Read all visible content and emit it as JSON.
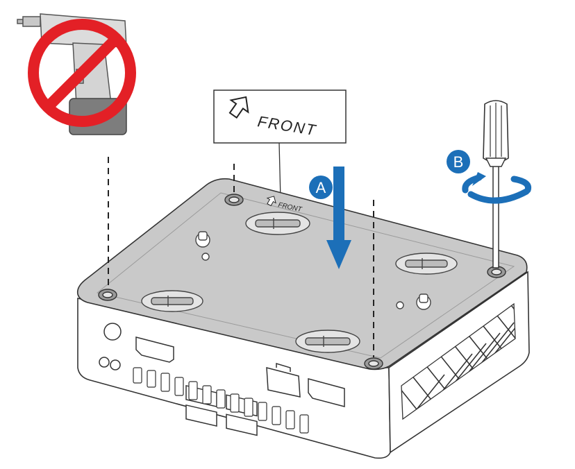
{
  "callout": {
    "text": "FRONT"
  },
  "chassis": {
    "top_mark_text": "FRONT"
  },
  "steps": {
    "a_label": "A",
    "b_label": "B"
  },
  "icons": {
    "no_drill": "no-power-drill-icon",
    "arrow_down": "arrow-down-icon",
    "screwdriver": "screwdriver-icon",
    "rotate": "rotate-clockwise-icon",
    "front_arrow": "arrow-up-icon"
  },
  "colors": {
    "step_blue": "#1c6fb8",
    "prohibit_red": "#e32026",
    "chassis_top": "#c9c9c9",
    "outline": "#333333"
  }
}
